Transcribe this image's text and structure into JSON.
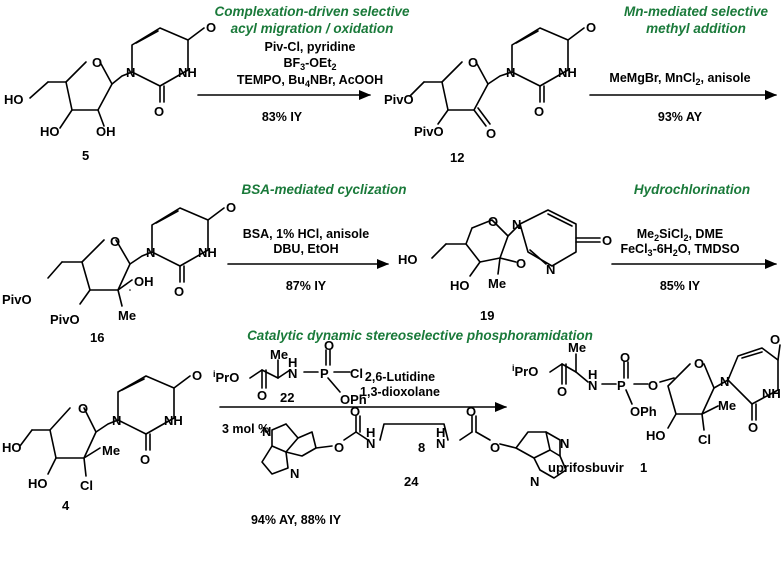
{
  "colors": {
    "title": "#1a7a3a",
    "ink": "#000000"
  },
  "steps": [
    {
      "title_1": "Complexation-driven selective",
      "title_2": "acyl migration / oxidation",
      "cond_1": "Piv-Cl, pyridine",
      "cond_2_a": "BF",
      "cond_2_s": "3",
      "cond_2_b": "-OEt",
      "cond_2_s2": "2",
      "cond_3_a": "TEMPO, Bu",
      "cond_3_s": "4",
      "cond_3_b": "NBr, AcOOH",
      "yield": "83% IY"
    },
    {
      "title_1": "Mn-mediated selective",
      "title_2": "methyl addition",
      "cond_a": "MeMgBr, MnCl",
      "cond_s": "2",
      "cond_b": ", anisole",
      "yield": "93% AY"
    },
    {
      "title": "BSA-mediated cyclization",
      "cond_1": "BSA, 1% HCl, anisole",
      "cond_2": "DBU, EtOH",
      "yield": "87% IY"
    },
    {
      "title": "Hydrochlorination",
      "cond_1_a": "Me",
      "cond_1_s": "2",
      "cond_1_b": "SiCl",
      "cond_1_s2": "2",
      "cond_1_c": ", DME",
      "cond_2_a": "FeCl",
      "cond_2_s": "3",
      "cond_2_b": "-6H",
      "cond_2_s2": "2",
      "cond_2_c": "O, TMDSO",
      "yield": "85% IY"
    },
    {
      "title": "Catalytic dynamic stereoselective phosphoramidation",
      "cond_1": "2,6-Lutidine",
      "cond_2": "1,3-dioxolane",
      "catalyst": "3 mol %",
      "yield": "94% AY, 88% IY"
    }
  ],
  "compounds": {
    "c5": "5",
    "c12": "12",
    "c16": "16",
    "c19": "19",
    "c4": "4",
    "c22": "22",
    "c24": "24",
    "c1": "1",
    "product_name": "uprifosbuvir"
  },
  "atoms": {
    "O": "O",
    "N": "N",
    "NH": "NH",
    "HO": "HO",
    "OH": "OH",
    "PivO": "PivO",
    "Me": "Me",
    "Cl": "Cl",
    "P": "P",
    "OPh": "OPh",
    "H": "H",
    "iPr_sup": "i",
    "iPr": "PrO",
    "linker_n": "8"
  }
}
